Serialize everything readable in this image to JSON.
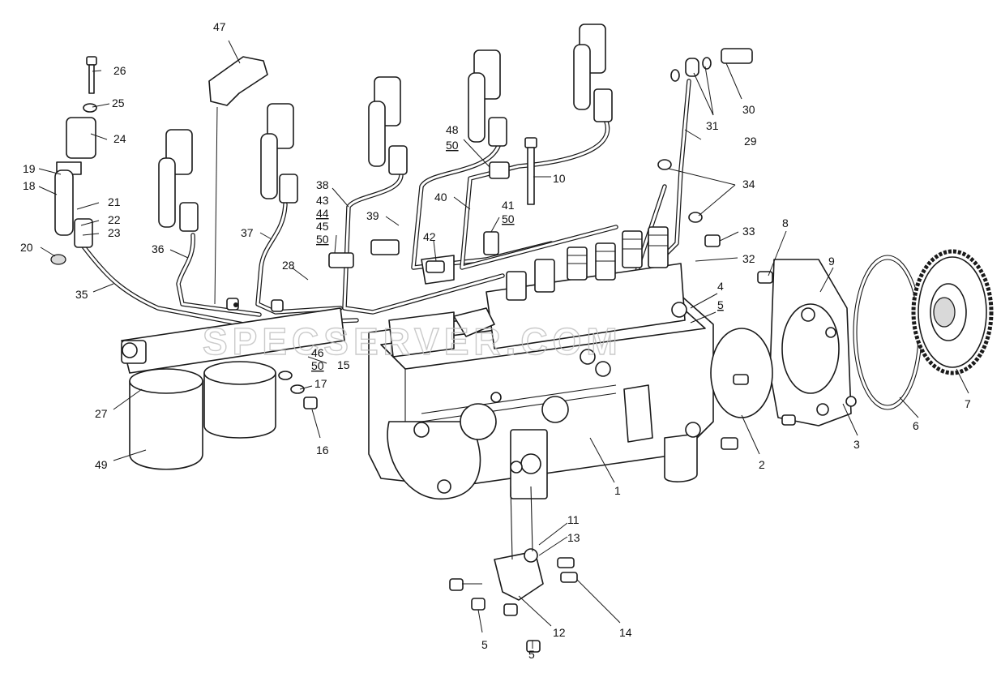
{
  "watermark": "SPECSERVER.COM",
  "callouts": {
    "c1": "1",
    "c2": "2",
    "c3": "3",
    "c4": "4",
    "c5a": "5",
    "c5b": "5",
    "c5c": "5",
    "c6": "6",
    "c7": "7",
    "c8": "8",
    "c9": "9",
    "c10": "10",
    "c11": "11",
    "c12": "12",
    "c13": "13",
    "c14": "14",
    "c15": "15",
    "c16": "16",
    "c17": "17",
    "c18": "18",
    "c19": "19",
    "c20": "20",
    "c21": "21",
    "c22": "22",
    "c23": "23",
    "c24": "24",
    "c25": "25",
    "c26": "26",
    "c27": "27",
    "c28": "28",
    "c29": "29",
    "c30": "30",
    "c31": "31",
    "c32": "32",
    "c33": "33",
    "c34": "34",
    "c35": "35",
    "c36": "36",
    "c37": "37",
    "c38": "38",
    "c39": "39",
    "c40": "40",
    "c41": "41",
    "c42": "42",
    "c43": "43",
    "c44": "44",
    "c45": "45",
    "c46": "46",
    "c47": "47",
    "c48": "48",
    "c49": "49",
    "c50a": "50",
    "c50b": "50",
    "c50c": "50",
    "c50d": "50"
  }
}
